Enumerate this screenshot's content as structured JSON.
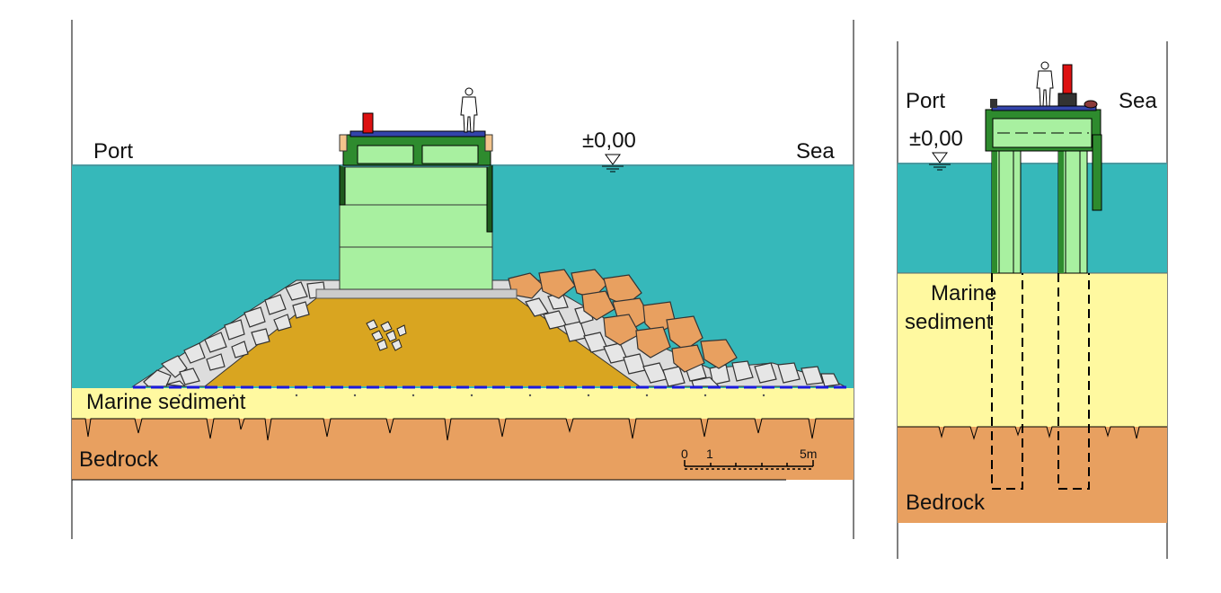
{
  "diagram": {
    "left_section": {
      "labels": {
        "port": "Port",
        "sea": "Sea",
        "water_level": "±0,00",
        "marine_sediment": "Marine sediment",
        "bedrock": "Bedrock"
      },
      "scale_bar": {
        "tick_0": "0",
        "tick_1": "1",
        "tick_5": "5m"
      }
    },
    "right_section": {
      "labels": {
        "port": "Port",
        "sea": "Sea",
        "water_level": "±0,00",
        "marine_sediment_line1": "Marine",
        "marine_sediment_line2": "sediment",
        "bedrock": "Bedrock"
      }
    },
    "colors": {
      "sea": "#36B8BA",
      "marine_sediment": "#FFF9A0",
      "bedrock": "#E8A060",
      "core_fill": "#D9A520",
      "caisson": "#A8F0A0",
      "deck_frame": "#2E8B2E",
      "armour_rock": "#E8A060",
      "rubble_stone": "#DDDDDD",
      "geotextile": "#1A1AE0",
      "bollard": "#DD1111"
    }
  }
}
